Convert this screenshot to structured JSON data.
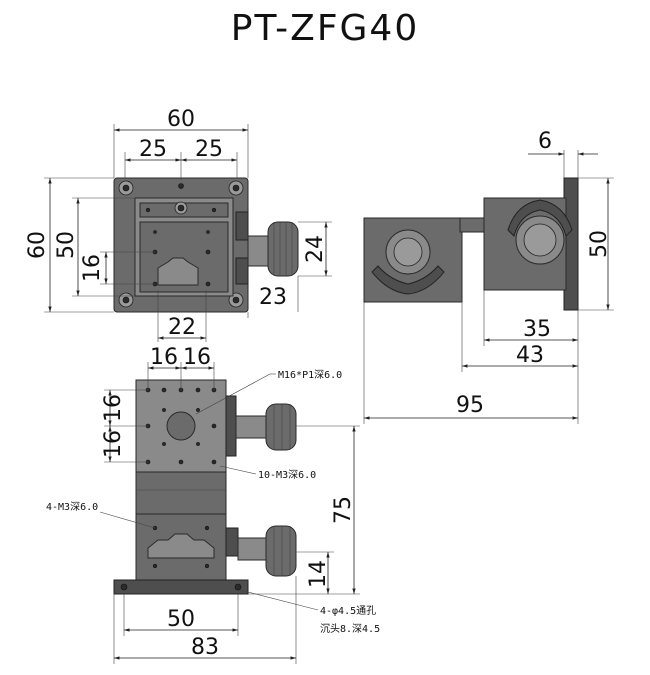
{
  "title": "PT-ZFG40",
  "top_view": {
    "dims": {
      "width": "60",
      "half_left": "25",
      "half_right": "25",
      "height": "60",
      "inner_height": "50",
      "offset_left": "16",
      "knob_height": "24",
      "knob_depth": "23",
      "bottom_width": "22"
    }
  },
  "side_view": {
    "dims": {
      "plate_thickness": "6",
      "height": "50",
      "knob_offset": "35",
      "knob_reach": "43",
      "total_length": "95"
    }
  },
  "front_view": {
    "dims": {
      "hole_pitch_x1": "16",
      "hole_pitch_x2": "16",
      "hole_pitch_y1": "16",
      "hole_pitch_y2": "16",
      "total_height": "75",
      "knob_height": "14",
      "base_hole_pitch": "50",
      "base_width": "83"
    },
    "notes": {
      "center_thread": "M16*P1深6.0",
      "top_holes": "10-M3深6.0",
      "side_holes": "4-M3深6.0",
      "base_holes": "4-φ4.5通孔",
      "base_counterbore": "沉头8.深4.5"
    }
  }
}
